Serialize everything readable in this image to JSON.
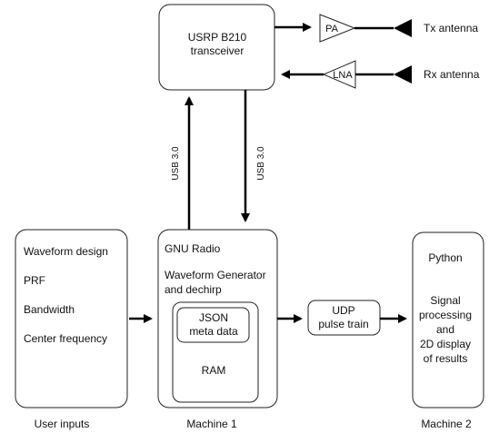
{
  "usrp": {
    "line1": "USRP B210",
    "line2": "transceiver"
  },
  "pa": "PA",
  "lna": "LNA",
  "tx_antenna": "Tx antenna",
  "rx_antenna": "Rx antenna",
  "usb_left": "USB 3.0",
  "usb_right": "USB 3.0",
  "user_inputs_box": {
    "items": [
      "Waveform design",
      "PRF",
      "Bandwidth",
      "Center frequency"
    ]
  },
  "machine1_box": {
    "title": "GNU Radio",
    "subtitle_line1": "Waveform Generator",
    "subtitle_line2": "and dechirp",
    "json_line1": "JSON",
    "json_line2": "meta data",
    "ram": "RAM"
  },
  "udp": {
    "line1": "UDP",
    "line2": "pulse train"
  },
  "python_box": {
    "title": "Python",
    "lines": [
      "Signal",
      "processing",
      "and",
      "2D display",
      "of results"
    ]
  },
  "captions": {
    "user_inputs": "User inputs",
    "machine1": "Machine 1",
    "machine2": "Machine 2"
  }
}
